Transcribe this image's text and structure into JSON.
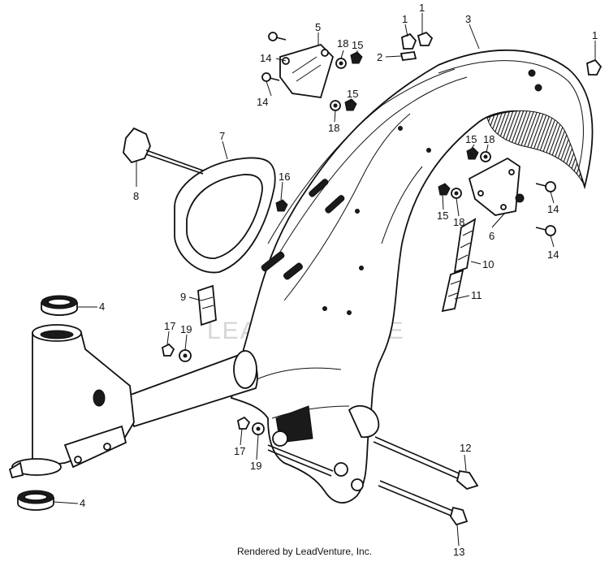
{
  "diagram": {
    "footer": "Rendered by LeadVenture, Inc.",
    "watermark": "LEADVENTURE",
    "callouts": [
      {
        "id": "c1a",
        "label": "1"
      },
      {
        "id": "c1b",
        "label": "1"
      },
      {
        "id": "c1c",
        "label": "1"
      },
      {
        "id": "c2",
        "label": "2"
      },
      {
        "id": "c3",
        "label": "3"
      },
      {
        "id": "c4a",
        "label": "4"
      },
      {
        "id": "c4b",
        "label": "4"
      },
      {
        "id": "c5",
        "label": "5"
      },
      {
        "id": "c6",
        "label": "6"
      },
      {
        "id": "c7",
        "label": "7"
      },
      {
        "id": "c8",
        "label": "8"
      },
      {
        "id": "c9",
        "label": "9"
      },
      {
        "id": "c10",
        "label": "10"
      },
      {
        "id": "c11",
        "label": "11"
      },
      {
        "id": "c12",
        "label": "12"
      },
      {
        "id": "c13",
        "label": "13"
      },
      {
        "id": "c14a",
        "label": "14"
      },
      {
        "id": "c14b",
        "label": "14"
      },
      {
        "id": "c14c",
        "label": "14"
      },
      {
        "id": "c14d",
        "label": "14"
      },
      {
        "id": "c15a",
        "label": "15"
      },
      {
        "id": "c15b",
        "label": "15"
      },
      {
        "id": "c15c",
        "label": "15"
      },
      {
        "id": "c15d",
        "label": "15"
      },
      {
        "id": "c16",
        "label": "16"
      },
      {
        "id": "c17a",
        "label": "17"
      },
      {
        "id": "c17b",
        "label": "17"
      },
      {
        "id": "c18a",
        "label": "18"
      },
      {
        "id": "c18b",
        "label": "18"
      },
      {
        "id": "c18c",
        "label": "18"
      },
      {
        "id": "c18d",
        "label": "18"
      },
      {
        "id": "c19a",
        "label": "19"
      },
      {
        "id": "c19b",
        "label": "19"
      }
    ]
  }
}
